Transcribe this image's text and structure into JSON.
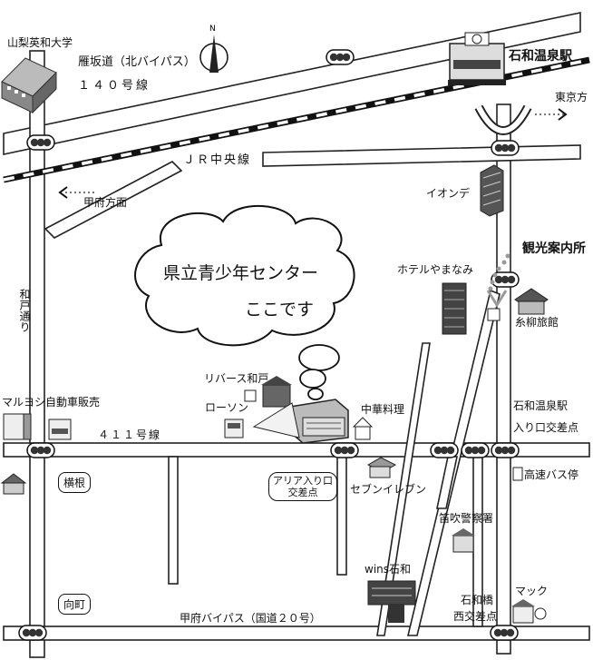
{
  "map": {
    "compass_letter": "N",
    "cloud": {
      "line1": "県立青少年センター",
      "line2": "ここです"
    },
    "labels": {
      "university": "山梨英和大学",
      "kariage_road": "雁坂道（北バイパス）",
      "route140": "１４０号線",
      "isawa_station": "石和温泉駅",
      "tokyo_direction": "東京方",
      "jr_line": "ＪＲ中央線",
      "kofu_direction": "甲府方面",
      "aeon": "イオンデ",
      "tourist_info": "観光案内所",
      "hotel": "ホテルやまなみ",
      "itoyanagi": "糸柳旅館",
      "wado_street": "和戸通り",
      "rivers": "リバース和戸",
      "lawson": "ローソン",
      "chinese": "中華料理",
      "maruyoshi": "マルヨシ自動車販売",
      "route411": "４１１号線",
      "isawa_entrance_1": "石和温泉駅",
      "isawa_entrance_2": "入り口交差点",
      "yokone": "横根",
      "aria_1": "アリア入り口",
      "aria_2": "交差点",
      "seven": "セブンイレブン",
      "highway_bus": "高速バス停",
      "police": "笛吹警察署",
      "wins": "wins石和",
      "mukaimachi": "向町",
      "isawabashi_1": "石和橋",
      "isawabashi_2": "西交差点",
      "mac": "マック",
      "kofu_bypass": "甲府バイパス（国道２０号）"
    }
  },
  "colors": {
    "road_fill": "#ffffff",
    "road_edge": "#222222",
    "rail": "#111111",
    "building_dark": "#555555",
    "building_light": "#bdbdbd",
    "dotted_route": "#9a9a9a"
  }
}
